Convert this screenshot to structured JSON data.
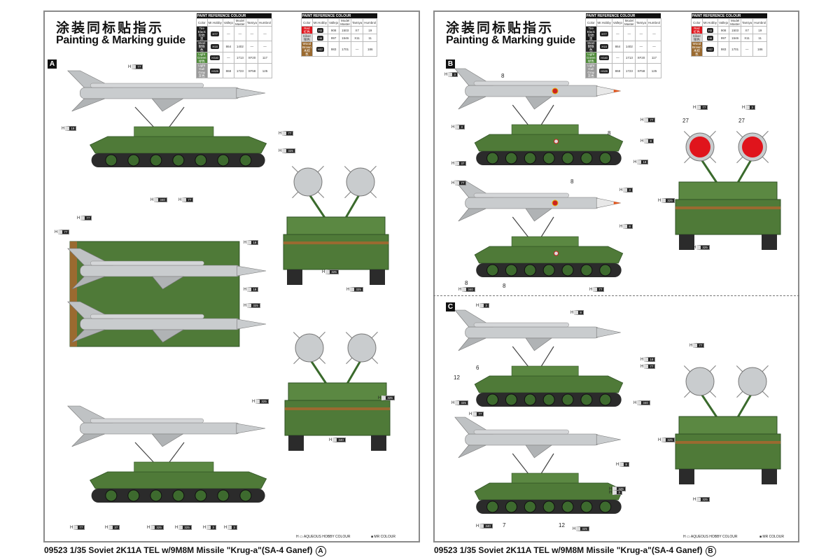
{
  "heading": {
    "cn": "涂装同标贴指示",
    "en": "Painting & Marking guide"
  },
  "paint_table": {
    "title": "PAINT REFERENCE COLOUR",
    "columns": [
      "Color",
      "Mr.Hobby",
      "Vallejo",
      "Model Master",
      "Tamiya",
      "Humbrol"
    ],
    "left_rows": [
      {
        "color": "Tire Black",
        "cn": "轮胎黑",
        "swatch": "#1a1a1a",
        "mrhobby": "H77",
        "vallejo": "—",
        "mm": "—",
        "tamiya": "—",
        "humbrol": "—"
      },
      {
        "color": "Steel",
        "cn": "钢铁色",
        "swatch": "#2a2a2a",
        "mrhobby": "H18",
        "vallejo": "864",
        "mm": "1402",
        "tamiya": "—",
        "humbrol": "—"
      },
      {
        "color": "Light Green",
        "cn": "绿色",
        "swatch": "#4f8a3a",
        "mrhobby": "H340",
        "vallejo": "—",
        "mm": "1713",
        "tamiya": "XF20",
        "humbrol": "117"
      },
      {
        "color": "Light Gull Gray",
        "cn": "灰色",
        "swatch": "#9a9a9a",
        "mrhobby": "H325",
        "vallejo": "868",
        "mm": "1723",
        "tamiya": "XF58",
        "humbrol": "125"
      }
    ],
    "right_rows": [
      {
        "color": "Red",
        "cn": "红色",
        "swatch": "#e0141c",
        "mrhobby": "H3",
        "vallejo": "908",
        "mm": "1503",
        "tamiya": "X7",
        "humbrol": "19"
      },
      {
        "color": "Silver",
        "cn": "银色",
        "swatch": "#d8d8d8",
        "mrhobby": "H8",
        "vallejo": "997",
        "mm": "1546",
        "tamiya": "X11",
        "humbrol": "11"
      },
      {
        "color": "Wood Brown",
        "cn": "木棕色",
        "swatch": "#9a6a30",
        "mrhobby": "H37",
        "vallejo": "983",
        "mm": "1701",
        "tamiya": "—",
        "humbrol": "186"
      }
    ]
  },
  "sections": {
    "a": "A",
    "b": "B",
    "c": "C"
  },
  "callouts": {
    "h": "H",
    "steel": "18",
    "silver": "8",
    "red": "3",
    "green": "340",
    "black": "77",
    "gray": "325",
    "brown": "37"
  },
  "markings": {
    "m8": "8",
    "m27": "27",
    "m6": "6",
    "m12": "12",
    "m7": "7"
  },
  "legend": {
    "aqueous": "AQUEOUS HOBBY COLOUR",
    "mr": "MR COLOUR",
    "h_box": "H"
  },
  "footer": {
    "text": "09523 1/35 Soviet 2K11A  TEL w/9M8M Missile \"Krug-a\"(SA-4 Ganef)",
    "page_a": "A",
    "page_b": "B"
  },
  "colors": {
    "green": "#4f7a38",
    "dark_green": "#2f5224",
    "silver": "#c9ccce",
    "red": "#e0141c",
    "black": "#1a1a1a"
  }
}
